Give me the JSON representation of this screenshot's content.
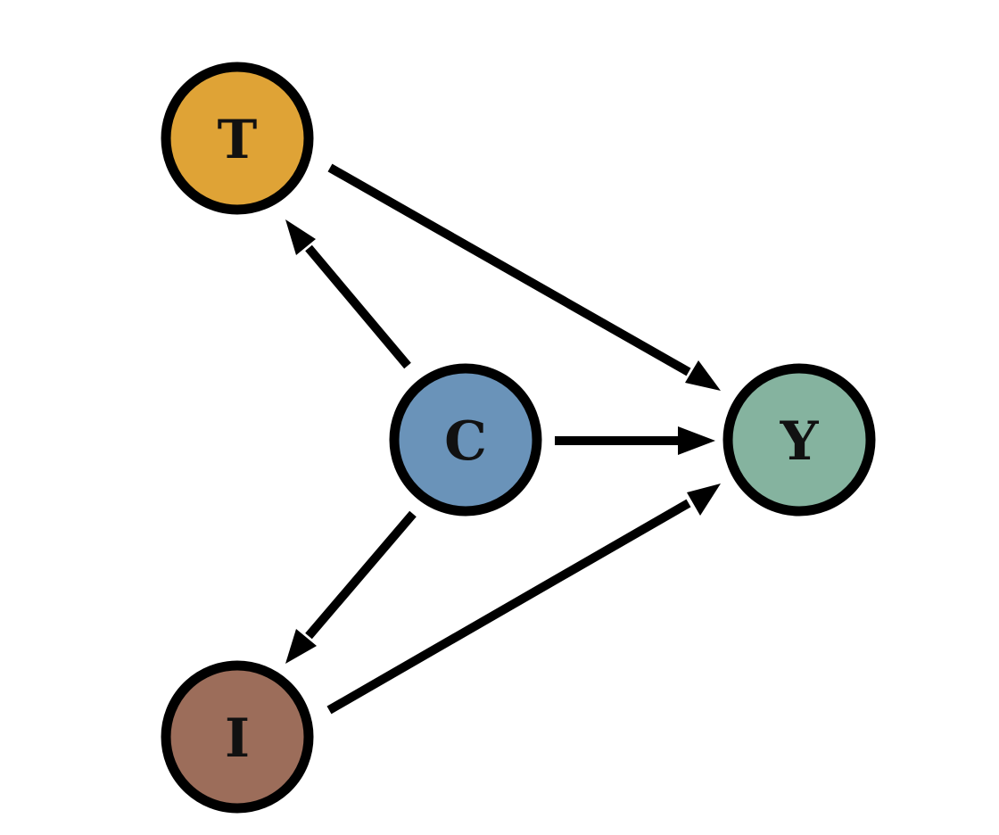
{
  "diagram": {
    "type": "causal-graph",
    "nodes": [
      {
        "id": "T",
        "label": "T",
        "color": "#DFA336"
      },
      {
        "id": "C",
        "label": "C",
        "color": "#6A93B9"
      },
      {
        "id": "Y",
        "label": "Y",
        "color": "#85B39F"
      },
      {
        "id": "I",
        "label": "I",
        "color": "#9C6D5A"
      }
    ],
    "edges": [
      {
        "from": "C",
        "to": "T"
      },
      {
        "from": "T",
        "to": "Y"
      },
      {
        "from": "C",
        "to": "Y"
      },
      {
        "from": "C",
        "to": "I"
      },
      {
        "from": "I",
        "to": "Y"
      }
    ]
  }
}
